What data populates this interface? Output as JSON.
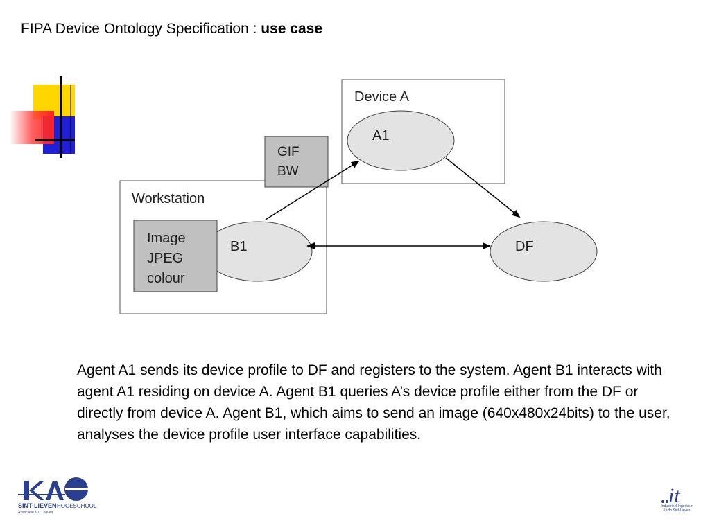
{
  "header": {
    "title_prefix": "FIPA Device Ontology Specification : ",
    "title_bold": "use case"
  },
  "diagram": {
    "device_a_label": "Device A",
    "workstation_label": "Workstation",
    "node_a1": "A1",
    "node_b1": "B1",
    "node_df": "DF",
    "gif_box": [
      "GIF",
      "BW"
    ],
    "image_box": [
      "Image",
      "JPEG",
      "colour"
    ]
  },
  "body_text": "Agent A1 sends its device profile to DF and registers to the system. Agent B1 interacts with agent A1 residing on device A. Agent B1 queries A’s device profile either from the DF or directly from device A. Agent B1, which aims to send an image (640x480x24bits) to the user, analyses the device profile user interface capabilities.",
  "logos": {
    "left": {
      "line1": "SINT-LIEVEN",
      "line2": "HOGESCHOOL",
      "line3": "Associatie K.U.Leuven"
    },
    "right": {
      "mark": "it",
      "line1": "Industrieel Ingenieur",
      "line2": "KaHo Sint-Lieven"
    }
  },
  "colors": {
    "yellow": "#ffd700",
    "blue": "#1f1fd6",
    "red": "#ff3b3b",
    "grey_box": "#c0c0c0",
    "ellipse_fill": "#e3e3e3",
    "logo_blue": "#2a3f8f"
  }
}
